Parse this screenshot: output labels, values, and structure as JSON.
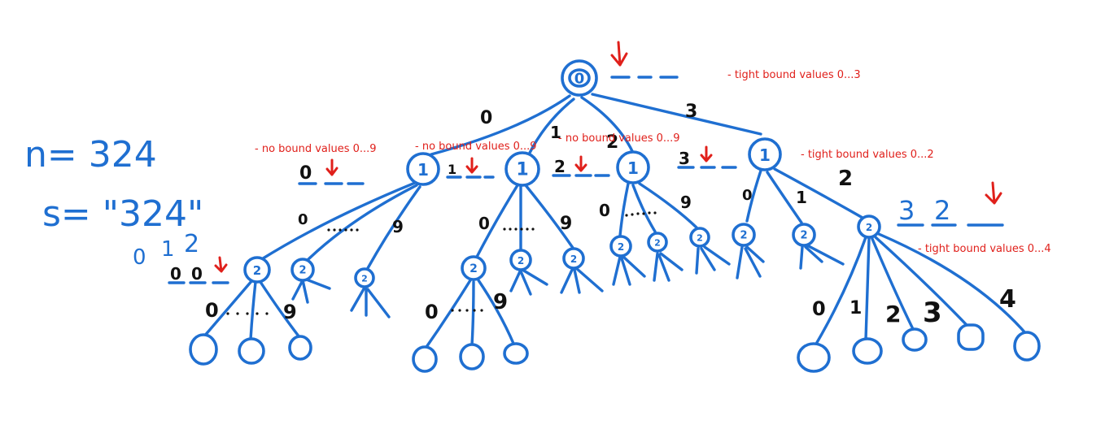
{
  "header": {
    "n_line": "n= 324",
    "s_line": "s= \"324\"",
    "index_labels": [
      "0",
      "1",
      "2"
    ]
  },
  "notes": {
    "root": "- tight bound values 0...3",
    "d1_left": "- no bound values 0...9",
    "d1_mid": "- no bound values 0...9",
    "d1_mid2": "- no bound values 0...9",
    "d1_right": "- tight bound values 0...2",
    "d2_right": "- tight bound values 0...4"
  },
  "prefixes": {
    "p0": "0",
    "p1": "1",
    "p2": "2",
    "p3": "3",
    "p00a": "0",
    "p00b": "0",
    "p32a": "3",
    "p32b": "2"
  },
  "node_labels": {
    "root": "0",
    "depth1": "1",
    "depth2": "2"
  },
  "edge_labels": {
    "root_0": "0",
    "root_1": "1",
    "root_2": "2",
    "root_3": "3",
    "a_0": "0",
    "a_9": "9",
    "b_0": "0",
    "b_9": "9",
    "c_0": "0",
    "c_9": "9",
    "d_0": "0",
    "d_1": "1",
    "d_2": "2",
    "e_0": "0",
    "e_9": "9",
    "f_0": "0",
    "f_9": "9",
    "g_0": "0",
    "g_1": "1",
    "g_2": "2",
    "g_3": "3",
    "g_4": "4"
  },
  "colors": {
    "ink_blue": "#1f6fd1",
    "ink_red": "#e0201b",
    "ink_black": "#111111"
  }
}
